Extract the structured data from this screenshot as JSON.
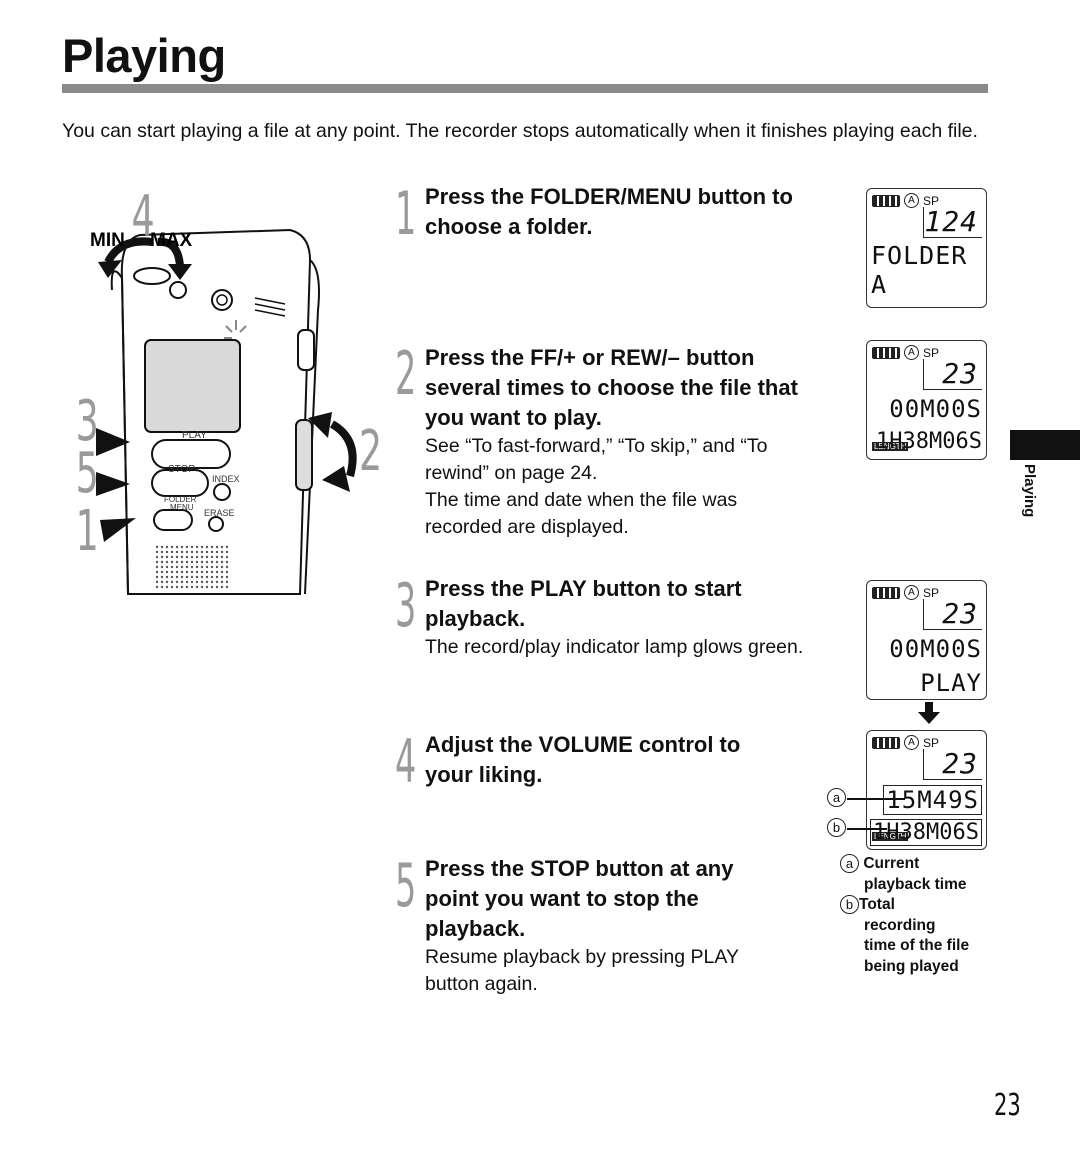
{
  "title": "Playing",
  "intro": "You can start playing a file at any point. The recorder stops automatically when it finishes playing each file.",
  "illustration": {
    "labels": {
      "min": "MIN",
      "max": "MAX",
      "play": "PLAY",
      "stop": "STOP",
      "index": "INDEX",
      "folder_menu_1": "FOLDER",
      "folder_menu_2": "MENU",
      "erase": "ERASE"
    },
    "callouts": [
      "4",
      "3",
      "5",
      "1",
      "2"
    ]
  },
  "steps": [
    {
      "number": "1",
      "title_lines": [
        "Press the FOLDER/MENU button to",
        "choose a folder."
      ],
      "body": []
    },
    {
      "number": "2",
      "title_lines": [
        "Press the FF/+ or REW/– button",
        "several times to choose the file that",
        "you want to play."
      ],
      "body": [
        "See “To fast-forward,” “To skip,” and “To",
        "rewind” on page 24.",
        "The time and date when the file was",
        "recorded are displayed."
      ]
    },
    {
      "number": "3",
      "title_lines": [
        "Press the PLAY button to start",
        "playback."
      ],
      "body": [
        "The record/play indicator lamp glows green."
      ]
    },
    {
      "number": "4",
      "title_lines": [
        "Adjust the VOLUME control to",
        "your liking."
      ],
      "body": []
    },
    {
      "number": "5",
      "title_lines": [
        "Press the STOP button at any",
        "point you want to stop the",
        "playback."
      ],
      "body": [
        "Resume playback by pressing PLAY",
        "button again."
      ]
    }
  ],
  "displays": {
    "common": {
      "folder": "A",
      "mode": "SP",
      "length_tag": "LENGTH"
    },
    "d1": {
      "file": "124",
      "line": "FOLDER A"
    },
    "d2": {
      "file": "23",
      "time": "00M00S",
      "length": "1H38M06S"
    },
    "d3": {
      "file": "23",
      "time": "00M00S",
      "status": "PLAY"
    },
    "d4": {
      "file": "23",
      "time": "15M49S",
      "length": "1H38M06S"
    }
  },
  "legend": {
    "a_marker": "a",
    "b_marker": "b",
    "a_lines": [
      "Current",
      "playback time"
    ],
    "b_lines": [
      "Total",
      "recording",
      "time of the file",
      "being played"
    ]
  },
  "side_tab": "Playing",
  "page_number": "23"
}
